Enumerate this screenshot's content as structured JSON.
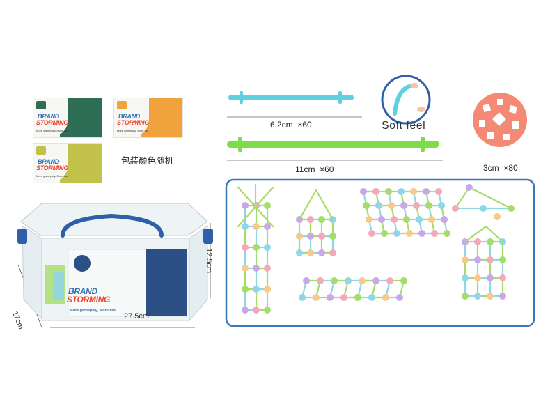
{
  "cards": [
    {
      "logo_line1": "BRAND",
      "logo_line2": "STORMING",
      "band_color": "#2e6e56",
      "tagline": "More gameplay, More fun"
    },
    {
      "logo_line1": "BRAND",
      "logo_line2": "STORMING",
      "band_color": "#f0a23c",
      "tagline": "More gameplay, More fun"
    },
    {
      "logo_line1": "BRAND",
      "logo_line2": "STORMING",
      "band_color": "#c2c24a",
      "tagline": "More gameplay, More fun"
    }
  ],
  "packaging_note": "包装颜色随机",
  "box": {
    "brand_line1": "BRAND",
    "brand_line2": "STORMING",
    "tagline": "More gameplay, More fun",
    "width_label": "27.5cm",
    "depth_label": "17cm",
    "height_label": "12.5cm"
  },
  "short_stick": {
    "size": "6.2cm",
    "qty": "×60",
    "color": "#5fd0e0"
  },
  "long_stick": {
    "size": "11cm",
    "qty": "×60",
    "color": "#7ddc4a"
  },
  "ball": {
    "size": "3cm",
    "qty": "×80",
    "color": "#f48a76"
  },
  "soft_feel": "Soft feel",
  "colors": {
    "frame": "#3a78b8",
    "stick_blue": "#8fd6e6",
    "stick_green": "#a6dc6a"
  }
}
